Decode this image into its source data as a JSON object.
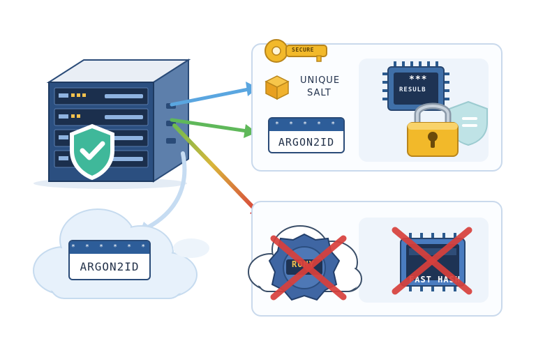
{
  "icons": {
    "server": "server-rack-icon",
    "shield": "shield-check-icon",
    "key": "key-icon",
    "cube": "cube-icon",
    "chip": "microchip-icon",
    "lock": "padlock-icon",
    "cloud": "cloud-icon",
    "cross": "cross-mark-icon"
  },
  "colors": {
    "arrow_blue": "#5aa6e0",
    "arrow_green": "#5fb85a",
    "arrow_red": "#d8403c",
    "accent_navy": "#2d5d99",
    "gold": "#f2b92a"
  },
  "secure_path": {
    "key_label": "SECURE",
    "salt_label_line1": "UNIQUE",
    "salt_label_line2": "SALT",
    "argon_card_stars": "* * * * * * * *",
    "argon_card_text": "ARGON2ID",
    "chip_stars": "***",
    "chip_text": "RESULB"
  },
  "cloud_card": {
    "stars": "* * * * * * * *",
    "text": "ARGON2ID"
  },
  "insecure_path": {
    "chip_text": "FAST HASH",
    "scrambled_text": "RONY"
  }
}
